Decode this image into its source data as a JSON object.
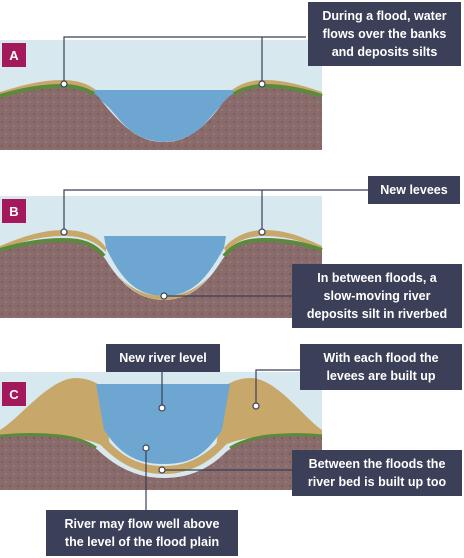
{
  "colors": {
    "sky": "#d8e8ef",
    "rock": "#8a6b6b",
    "grass": "#5b8a3c",
    "silt": "#c8a86a",
    "water": "#6ea6d2",
    "callout_bg": "#3b3f58",
    "badge_bg": "#a3195b"
  },
  "panels": [
    {
      "badge": "A",
      "callouts": [
        {
          "id": "a-flood",
          "lines": [
            "During a flood, water",
            "flows over the banks",
            "and deposits silts"
          ]
        }
      ]
    },
    {
      "badge": "B",
      "callouts": [
        {
          "id": "b-levees",
          "lines": [
            "New levees"
          ]
        },
        {
          "id": "b-silt",
          "lines": [
            "In between floods, a",
            "slow-moving river",
            "deposits silt in riverbed"
          ]
        }
      ]
    },
    {
      "badge": "C",
      "callouts": [
        {
          "id": "c-level",
          "lines": [
            "New river level"
          ]
        },
        {
          "id": "c-build",
          "lines": [
            "With each flood the",
            "levees are built up"
          ]
        },
        {
          "id": "c-bed",
          "lines": [
            "Between the floods the",
            "river bed is built up too"
          ]
        },
        {
          "id": "c-above",
          "lines": [
            "River may flow well above",
            "the level of the flood plain"
          ]
        }
      ]
    }
  ]
}
